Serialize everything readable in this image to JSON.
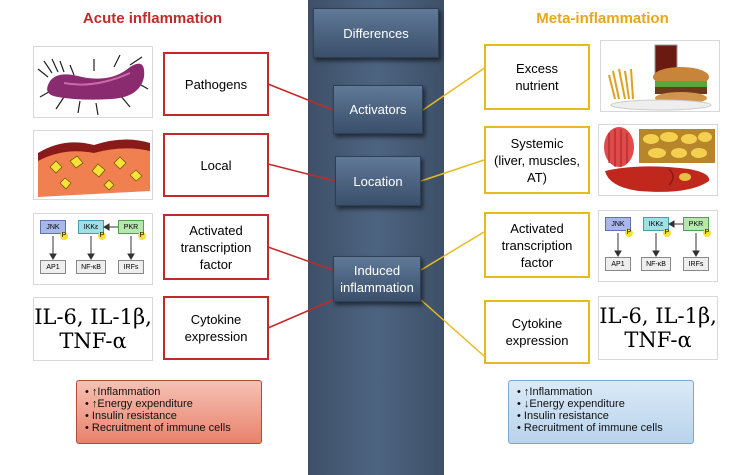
{
  "left": {
    "heading": "Acute inflammation",
    "boxes": [
      "Pathogens",
      "Local",
      "Activated transcription factor",
      "Cytokine expression"
    ],
    "cytokines": [
      "IL-6, IL-1β,",
      "TNF-α"
    ],
    "effects": [
      "↑Inflammation",
      "↑Energy expenditure",
      "Insulin resistance",
      "Recruitment of immune cells"
    ]
  },
  "center": {
    "differences": "Differences",
    "activators": "Activators",
    "location": "Location",
    "induced": "Induced inflammation"
  },
  "right": {
    "heading": "Meta-inflammation",
    "boxes": [
      "Excess nutrient",
      "Systemic (liver, muscles, AT)",
      "Activated transcription factor",
      "Cytokine expression"
    ],
    "cytokines": [
      "IL-6, IL-1β,",
      "TNF-α"
    ],
    "effects": [
      "↑Inflammation",
      "↓Energy expenditure",
      "Insulin resistance",
      "Recruitment of immune cells"
    ]
  },
  "signaling": {
    "kinases": [
      "JNK",
      "IKKε",
      "PKR"
    ],
    "factors": [
      "AP1",
      "NF-κB",
      "IRFs"
    ],
    "phospho": "P"
  },
  "colors": {
    "red": "#c22a2a",
    "yellow": "#e6bb22",
    "center": "#4d6480"
  }
}
